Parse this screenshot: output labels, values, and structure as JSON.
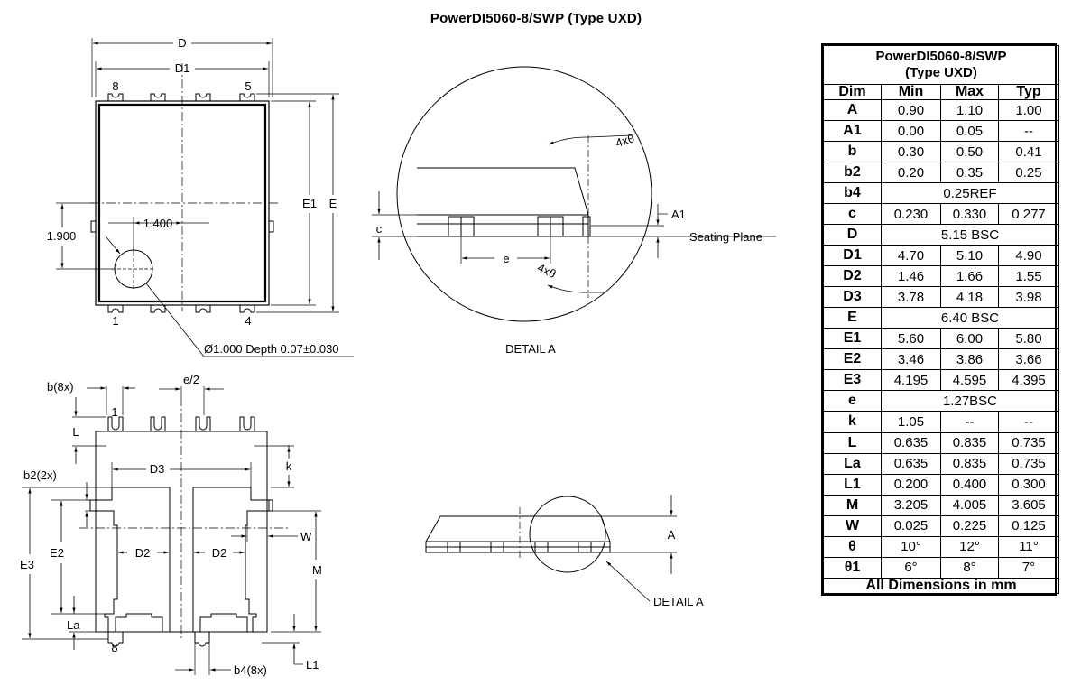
{
  "title": "PowerDI5060-8/SWP (Type UXD)",
  "top_view": {
    "dim_D": "D",
    "dim_D1": "D1",
    "dim_E1": "E1",
    "dim_E": "E",
    "dim_1900": "1.900",
    "dim_1400": "1.400",
    "hole_note": "Ø1.000 Depth 0.07±0.030",
    "pin_8": "8",
    "pin_5": "5",
    "pin_1": "1",
    "pin_4": "4"
  },
  "detail_a": {
    "angle_top": "4xθ",
    "angle_bottom": "4xθ",
    "dim_A1": "A1",
    "dim_c": "c",
    "dim_e": "e",
    "seating_plane": "Seating Plane",
    "label": "DETAIL A"
  },
  "bottom_view": {
    "dim_b8x": "b(8x)",
    "dim_e2": "e/2",
    "dim_L": "L",
    "dim_k": "k",
    "dim_b2_2x": "b2(2x)",
    "dim_D3": "D3",
    "dim_E3": "E3",
    "dim_E2": "E2",
    "dim_D2_left": "D2",
    "dim_D2_right": "D2",
    "dim_W": "W",
    "dim_M": "M",
    "dim_La": "La",
    "dim_L1": "L1",
    "dim_b4_8x": "b4(8x)",
    "pin_1": "1",
    "pin_8": "8"
  },
  "side_view": {
    "dim_A": "A",
    "detail_label": "DETAIL A"
  },
  "table": {
    "title_line1": "PowerDI5060-8/SWP",
    "title_line2": "(Type UXD)",
    "headers": [
      "Dim",
      "Min",
      "Max",
      "Typ"
    ],
    "rows": [
      {
        "dim": "A",
        "min": "0.90",
        "max": "1.10",
        "typ": "1.00"
      },
      {
        "dim": "A1",
        "min": "0.00",
        "max": "0.05",
        "typ": "--"
      },
      {
        "dim": "b",
        "min": "0.30",
        "max": "0.50",
        "typ": "0.41"
      },
      {
        "dim": "b2",
        "min": "0.20",
        "max": "0.35",
        "typ": "0.25"
      },
      {
        "dim": "b4",
        "span": "0.25REF"
      },
      {
        "dim": "c",
        "min": "0.230",
        "max": "0.330",
        "typ": "0.277"
      },
      {
        "dim": "D",
        "span": "5.15 BSC"
      },
      {
        "dim": "D1",
        "min": "4.70",
        "max": "5.10",
        "typ": "4.90"
      },
      {
        "dim": "D2",
        "min": "1.46",
        "max": "1.66",
        "typ": "1.55"
      },
      {
        "dim": "D3",
        "min": "3.78",
        "max": "4.18",
        "typ": "3.98"
      },
      {
        "dim": "E",
        "span": "6.40 BSC"
      },
      {
        "dim": "E1",
        "min": "5.60",
        "max": "6.00",
        "typ": "5.80"
      },
      {
        "dim": "E2",
        "min": "3.46",
        "max": "3.86",
        "typ": "3.66"
      },
      {
        "dim": "E3",
        "min": "4.195",
        "max": "4.595",
        "typ": "4.395"
      },
      {
        "dim": "e",
        "span": "1.27BSC"
      },
      {
        "dim": "k",
        "min": "1.05",
        "max": "--",
        "typ": "--"
      },
      {
        "dim": "L",
        "min": "0.635",
        "max": "0.835",
        "typ": "0.735"
      },
      {
        "dim": "La",
        "min": "0.635",
        "max": "0.835",
        "typ": "0.735"
      },
      {
        "dim": "L1",
        "min": "0.200",
        "max": "0.400",
        "typ": "0.300"
      },
      {
        "dim": "M",
        "min": "3.205",
        "max": "4.005",
        "typ": "3.605"
      },
      {
        "dim": "W",
        "min": "0.025",
        "max": "0.225",
        "typ": "0.125"
      },
      {
        "dim": "θ",
        "min": "10°",
        "max": "12°",
        "typ": "11°"
      },
      {
        "dim": "θ1",
        "min": "6°",
        "max": "8°",
        "typ": "7°"
      }
    ],
    "footer": "All Dimensions in mm"
  }
}
